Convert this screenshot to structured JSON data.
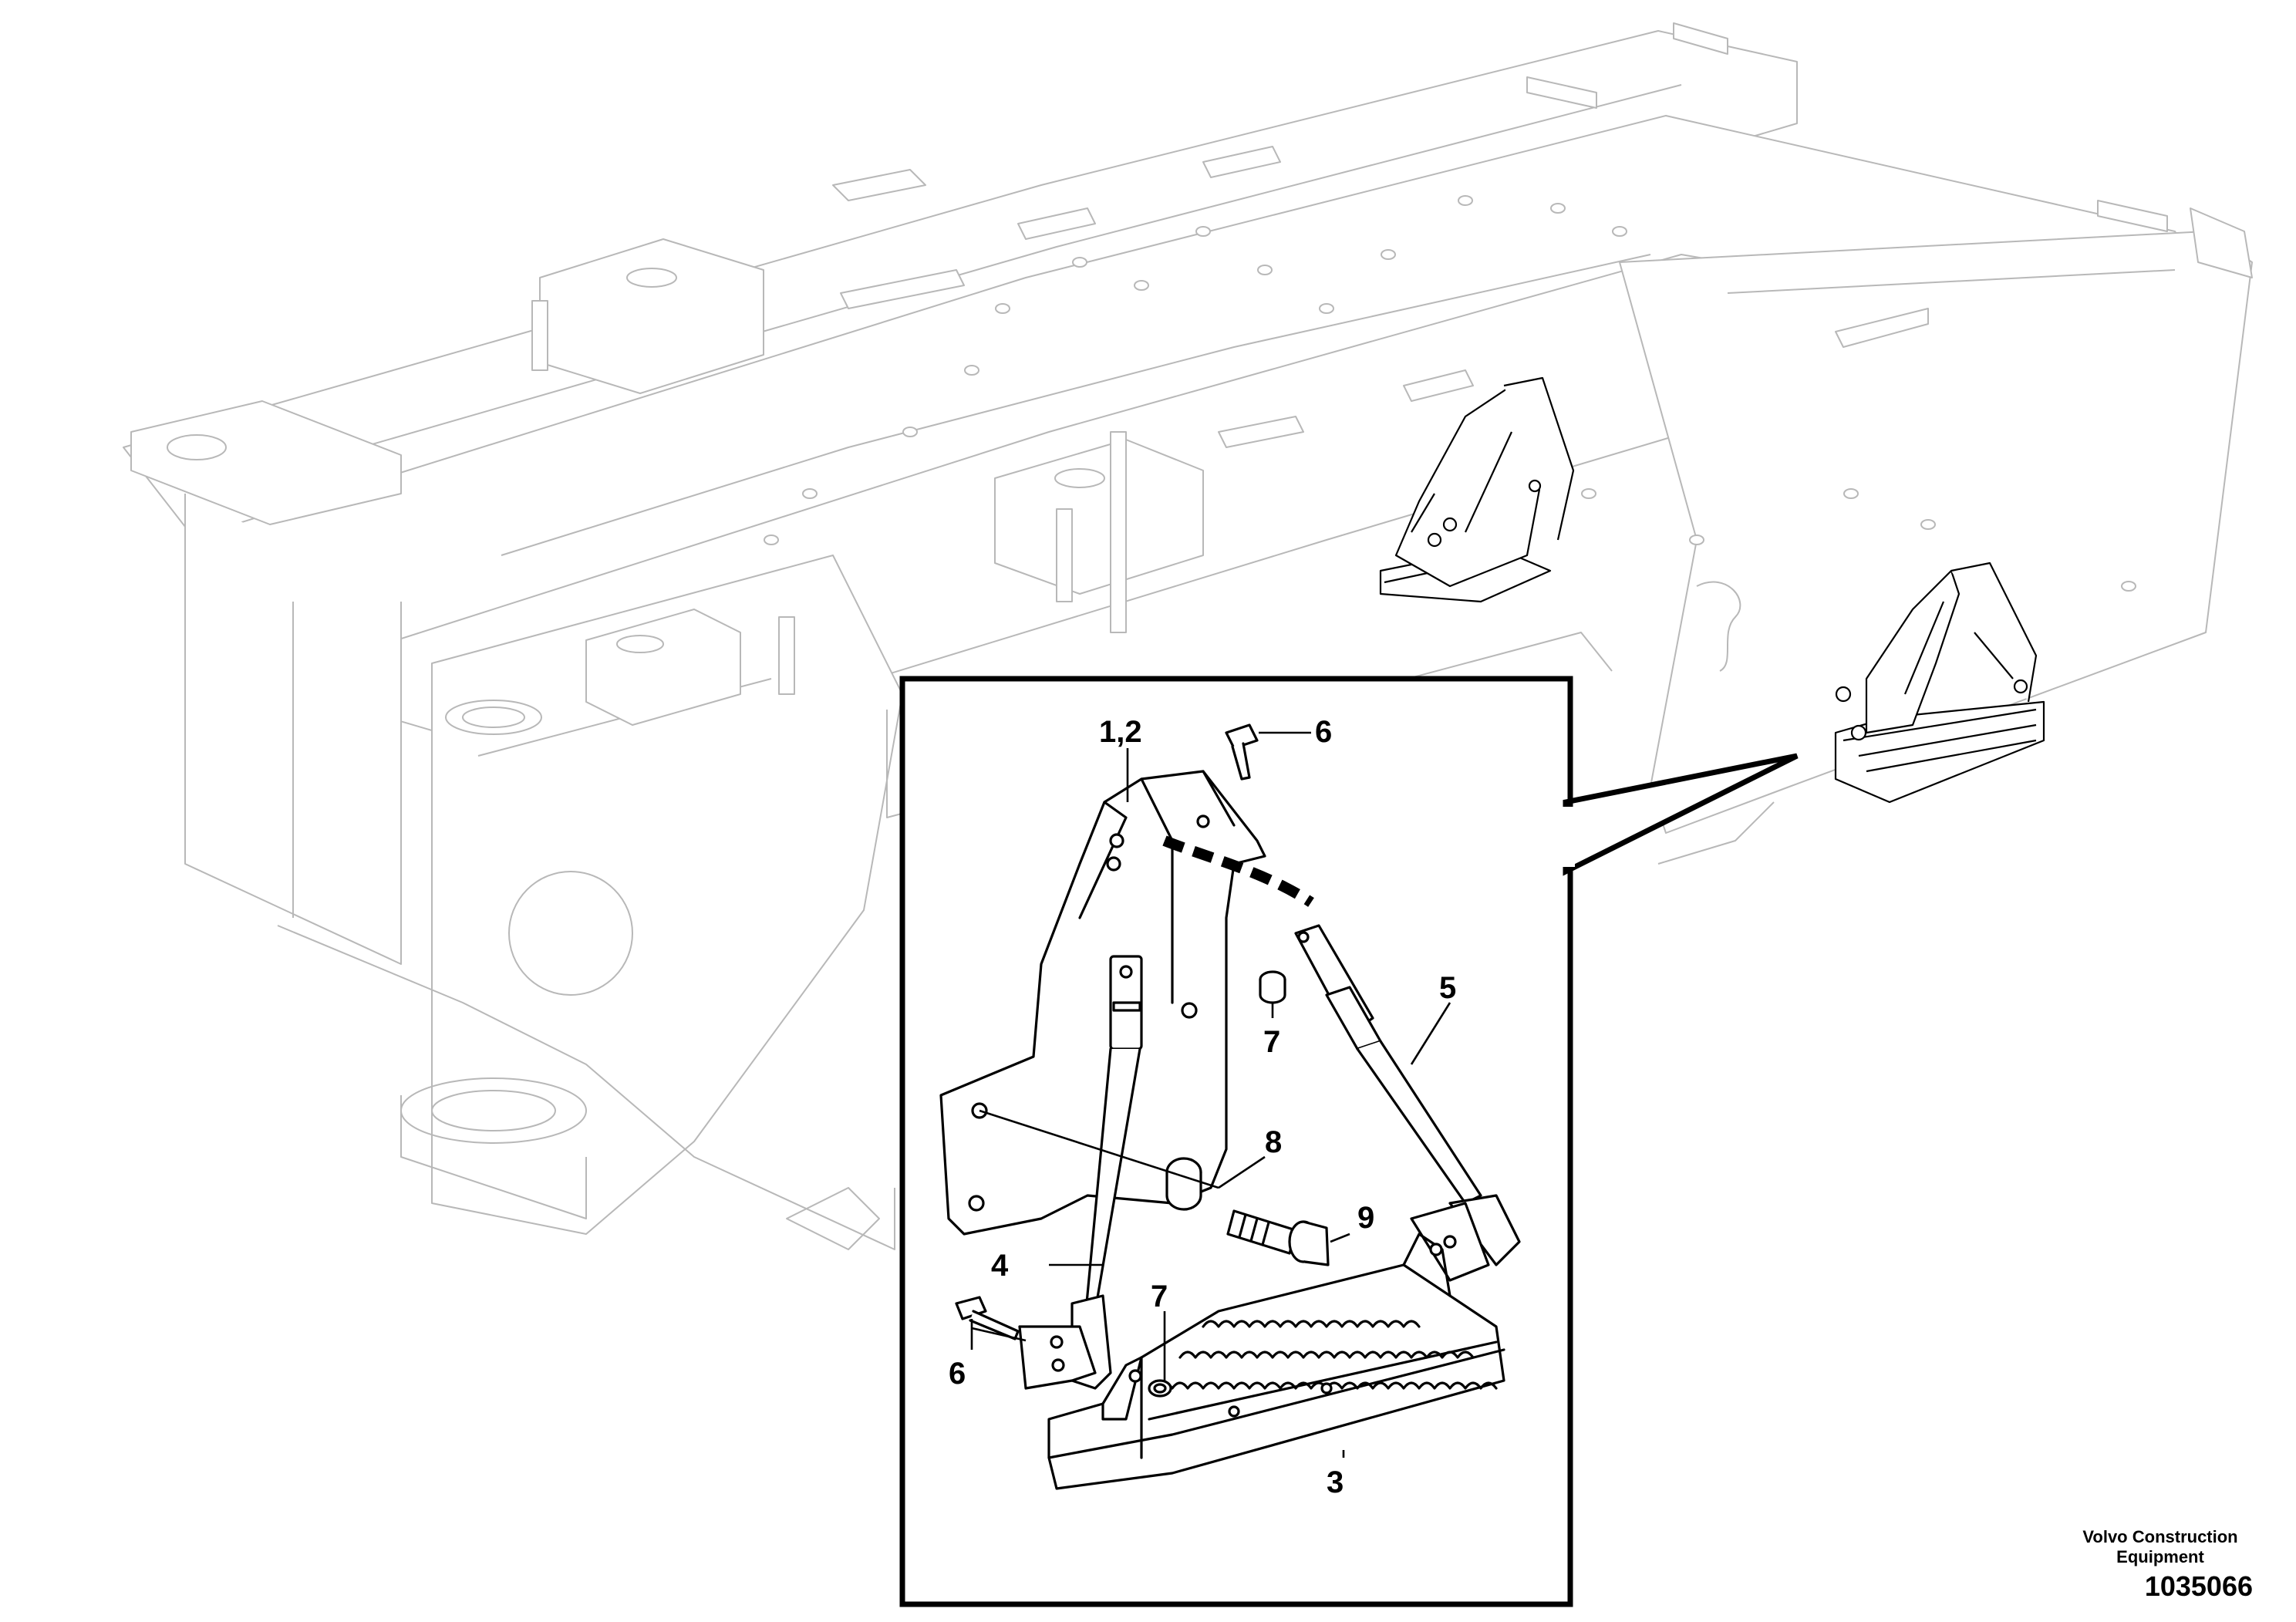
{
  "diagram": {
    "callouts": [
      {
        "id": "c12",
        "text": "1,2"
      },
      {
        "id": "c6a",
        "text": "6"
      },
      {
        "id": "c5",
        "text": "5"
      },
      {
        "id": "c7a",
        "text": "7"
      },
      {
        "id": "c8",
        "text": "8"
      },
      {
        "id": "c9",
        "text": "9"
      },
      {
        "id": "c4",
        "text": "4"
      },
      {
        "id": "c7b",
        "text": "7"
      },
      {
        "id": "c6b",
        "text": "6"
      },
      {
        "id": "c3",
        "text": "3"
      }
    ]
  },
  "footer": {
    "brand_line1": "Volvo Construction",
    "brand_line2": "Equipment",
    "drawing_number": "1035066"
  }
}
